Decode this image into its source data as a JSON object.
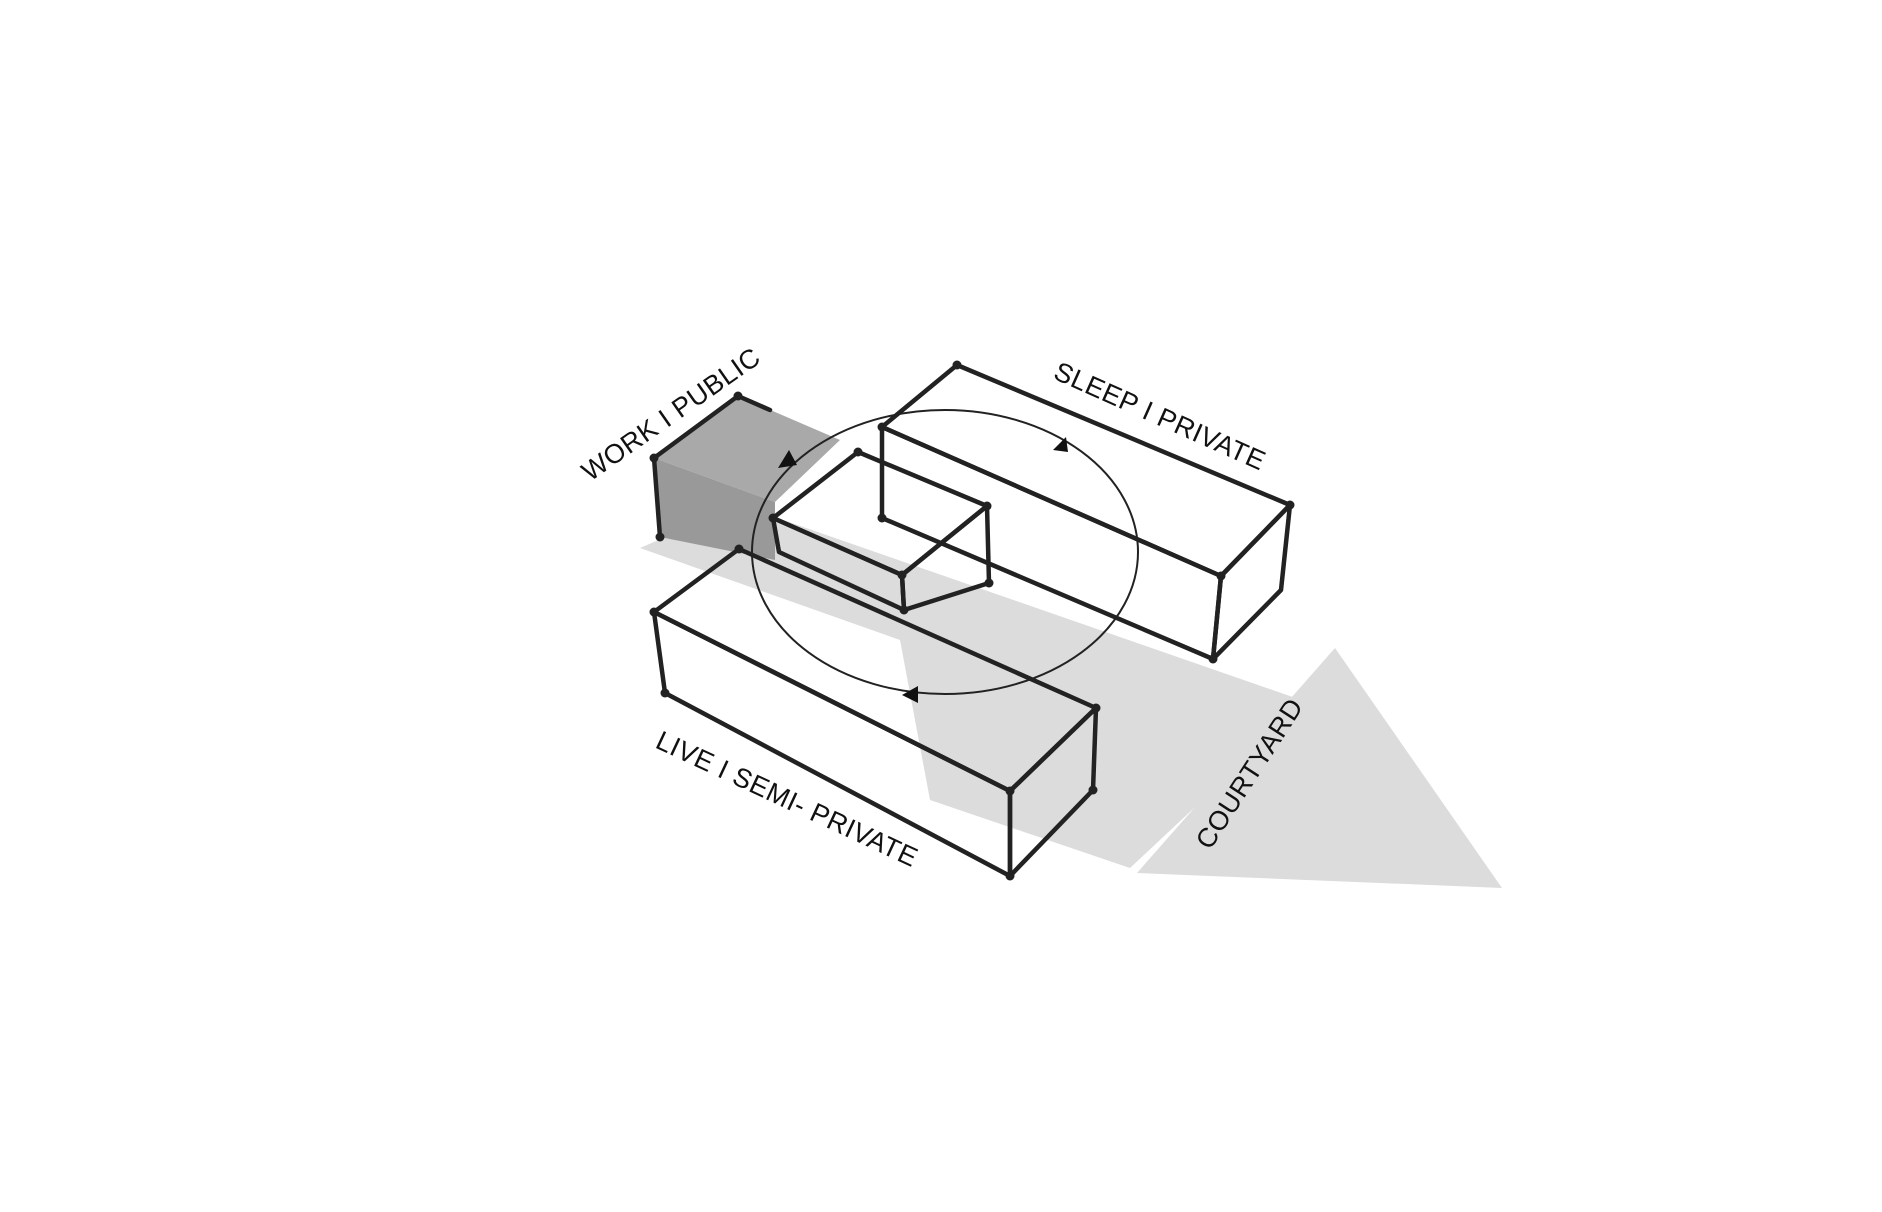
{
  "labels": {
    "work": "WORK I PUBLIC",
    "sleep": "SLEEP I PRIVATE",
    "live": "LIVE I SEMI- PRIVATE",
    "courtyard": "COURTYARD"
  },
  "colors": {
    "background": "#ffffff",
    "ink": "#222222",
    "shadow": "#dcdcdc",
    "work_face": "#a9a9a9",
    "work_side": "#999999",
    "block_face": "#ffffff"
  },
  "icons": {
    "circulation": "circulation-loop-icon",
    "courtyard": "courtyard-arrow-icon"
  }
}
